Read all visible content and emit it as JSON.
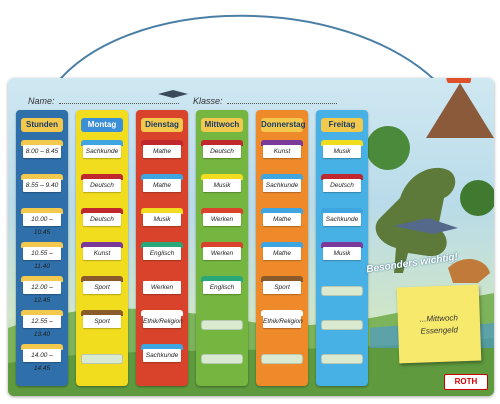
{
  "labels": {
    "name": "Name:",
    "class": "Klasse:",
    "important": "Besonders wichtig!",
    "note_line1": "...Mittwoch",
    "note_line2": "Essengeld",
    "brand": "ROTH"
  },
  "columns": [
    {
      "id": "stunden",
      "title": "Stunden",
      "bg": "#2f6faa",
      "head": "#f2c94c",
      "tab": "#f2c94c",
      "slots": [
        "8.00 – 8.45",
        "8.55 – 9.40",
        "10.00 – 10.45",
        "10.55 – 11.40",
        "12.00 – 12.45",
        "12.55 – 13.40",
        "14.00 – 14.45"
      ]
    },
    {
      "id": "montag",
      "title": "Montag",
      "bg": "#f2dc1e",
      "head": "#3b8fd6",
      "tab": "#b5343c",
      "slots": [
        "Sachkunde",
        "Deutsch",
        "Deutsch",
        "Kunst",
        "Sport",
        "Sport",
        ""
      ],
      "tabs": [
        "#3fa5e0",
        "#c0282d",
        "#c0282d",
        "#7b3a9a",
        "#8a5a2b",
        "#8a5a2b",
        ""
      ]
    },
    {
      "id": "dienstag",
      "title": "Dienstag",
      "bg": "#d9432b",
      "head": "#f2c94c",
      "tab": "#3fa5e0",
      "slots": [
        "Mathe",
        "Mathe",
        "Musik",
        "Englisch",
        "Werken",
        "Ethik/Religion",
        "Sachkunde"
      ],
      "tabs": [
        "#c0282d",
        "#3fa5e0",
        "#f2dc1e",
        "#2aa87a",
        "#d9432b",
        "#ffffff",
        "#3fa5e0"
      ]
    },
    {
      "id": "mittwoch",
      "title": "Mittwoch",
      "bg": "#74b63f",
      "head": "#f2c94c",
      "tab": "#c0282d",
      "slots": [
        "Deutsch",
        "Musik",
        "Werken",
        "Werken",
        "Englisch",
        "",
        ""
      ],
      "tabs": [
        "#c0282d",
        "#f2dc1e",
        "#d9432b",
        "#d9432b",
        "#2aa87a",
        "",
        ""
      ]
    },
    {
      "id": "donnerstag",
      "title": "Donnerstag",
      "bg": "#ee8a2a",
      "head": "#f2c94c",
      "tab": "#7b3a9a",
      "slots": [
        "Kunst",
        "Sachkunde",
        "Mathe",
        "Mathe",
        "Sport",
        "Ethik/Religion",
        ""
      ],
      "tabs": [
        "#7b3a9a",
        "#3fa5e0",
        "#3fa5e0",
        "#3fa5e0",
        "#8a5a2b",
        "#ffffff",
        ""
      ]
    },
    {
      "id": "freitag",
      "title": "Freitag",
      "bg": "#47b1e6",
      "head": "#f2c94c",
      "tab": "#f2dc1e",
      "slots": [
        "Musik",
        "Deutsch",
        "Sachkunde",
        "Musik",
        "",
        "",
        ""
      ],
      "tabs": [
        "#f2dc1e",
        "#c0282d",
        "#3fa5e0",
        "#7b3a9a",
        "",
        "",
        ""
      ]
    }
  ]
}
